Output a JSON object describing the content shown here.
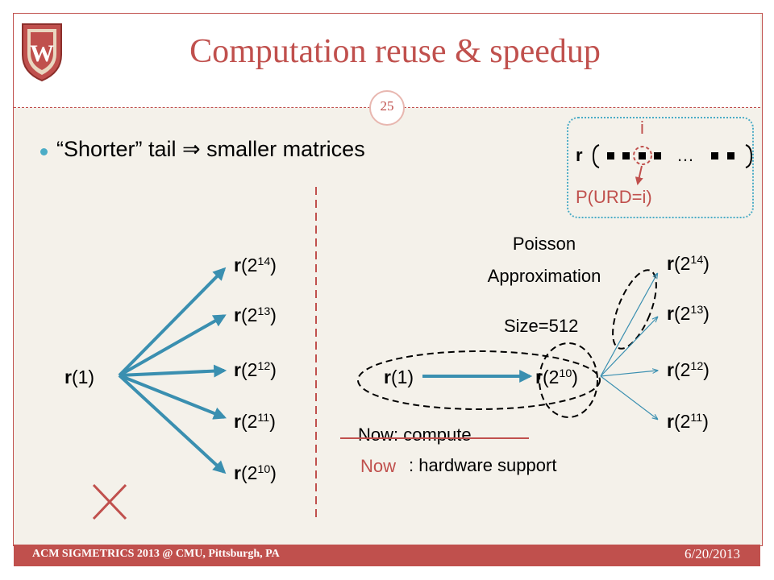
{
  "header": {
    "title": "Computation reuse & speedup",
    "page_number": "25",
    "logo_letter": "W"
  },
  "bullet": {
    "text": "“Shorter” tail  ⇒  smaller matrices"
  },
  "inset": {
    "vector_label": "r",
    "index_label": "i",
    "probability_label": "P(URD=i)",
    "ellipsis": "…"
  },
  "left_diagram": {
    "source": {
      "prefix": "r",
      "rest": "(1)"
    },
    "targets": [
      {
        "prefix": "r",
        "base": "(2",
        "exp": "14",
        "close": ")"
      },
      {
        "prefix": "r",
        "base": "(2",
        "exp": "13",
        "close": ")"
      },
      {
        "prefix": "r",
        "base": "(2",
        "exp": "12",
        "close": ")"
      },
      {
        "prefix": "r",
        "base": "(2",
        "exp": "11",
        "close": ")"
      },
      {
        "prefix": "r",
        "base": "(2",
        "exp": "10",
        "close": ")"
      }
    ]
  },
  "right_diagram": {
    "source": {
      "prefix": "r",
      "rest": "(1)"
    },
    "middle": {
      "prefix": "r",
      "base": "(2",
      "exp": "10",
      "close": ")"
    },
    "poisson_line1": "Poisson",
    "poisson_line2": "Approximation",
    "size_label": "Size=512",
    "targets": [
      {
        "prefix": "r",
        "base": "(2",
        "exp": "14",
        "close": ")"
      },
      {
        "prefix": "r",
        "base": "(2",
        "exp": "13",
        "close": ")"
      },
      {
        "prefix": "r",
        "base": "(2",
        "exp": "12",
        "close": ")"
      },
      {
        "prefix": "r",
        "base": "(2",
        "exp": "11",
        "close": ")"
      }
    ],
    "struck_text": "Now: compute",
    "now_label": "Now",
    "hardware_text": ": hardware support"
  },
  "footer": {
    "left": "ACM SIGMETRICS 2013 @ CMU, Pittsburgh, PA",
    "right": "6/20/2013"
  },
  "colors": {
    "accent_red": "#c0504d",
    "arrow_teal": "#3a8fb0",
    "frame_bg": "#f4f1ea",
    "inset_border": "#4bacc6"
  }
}
